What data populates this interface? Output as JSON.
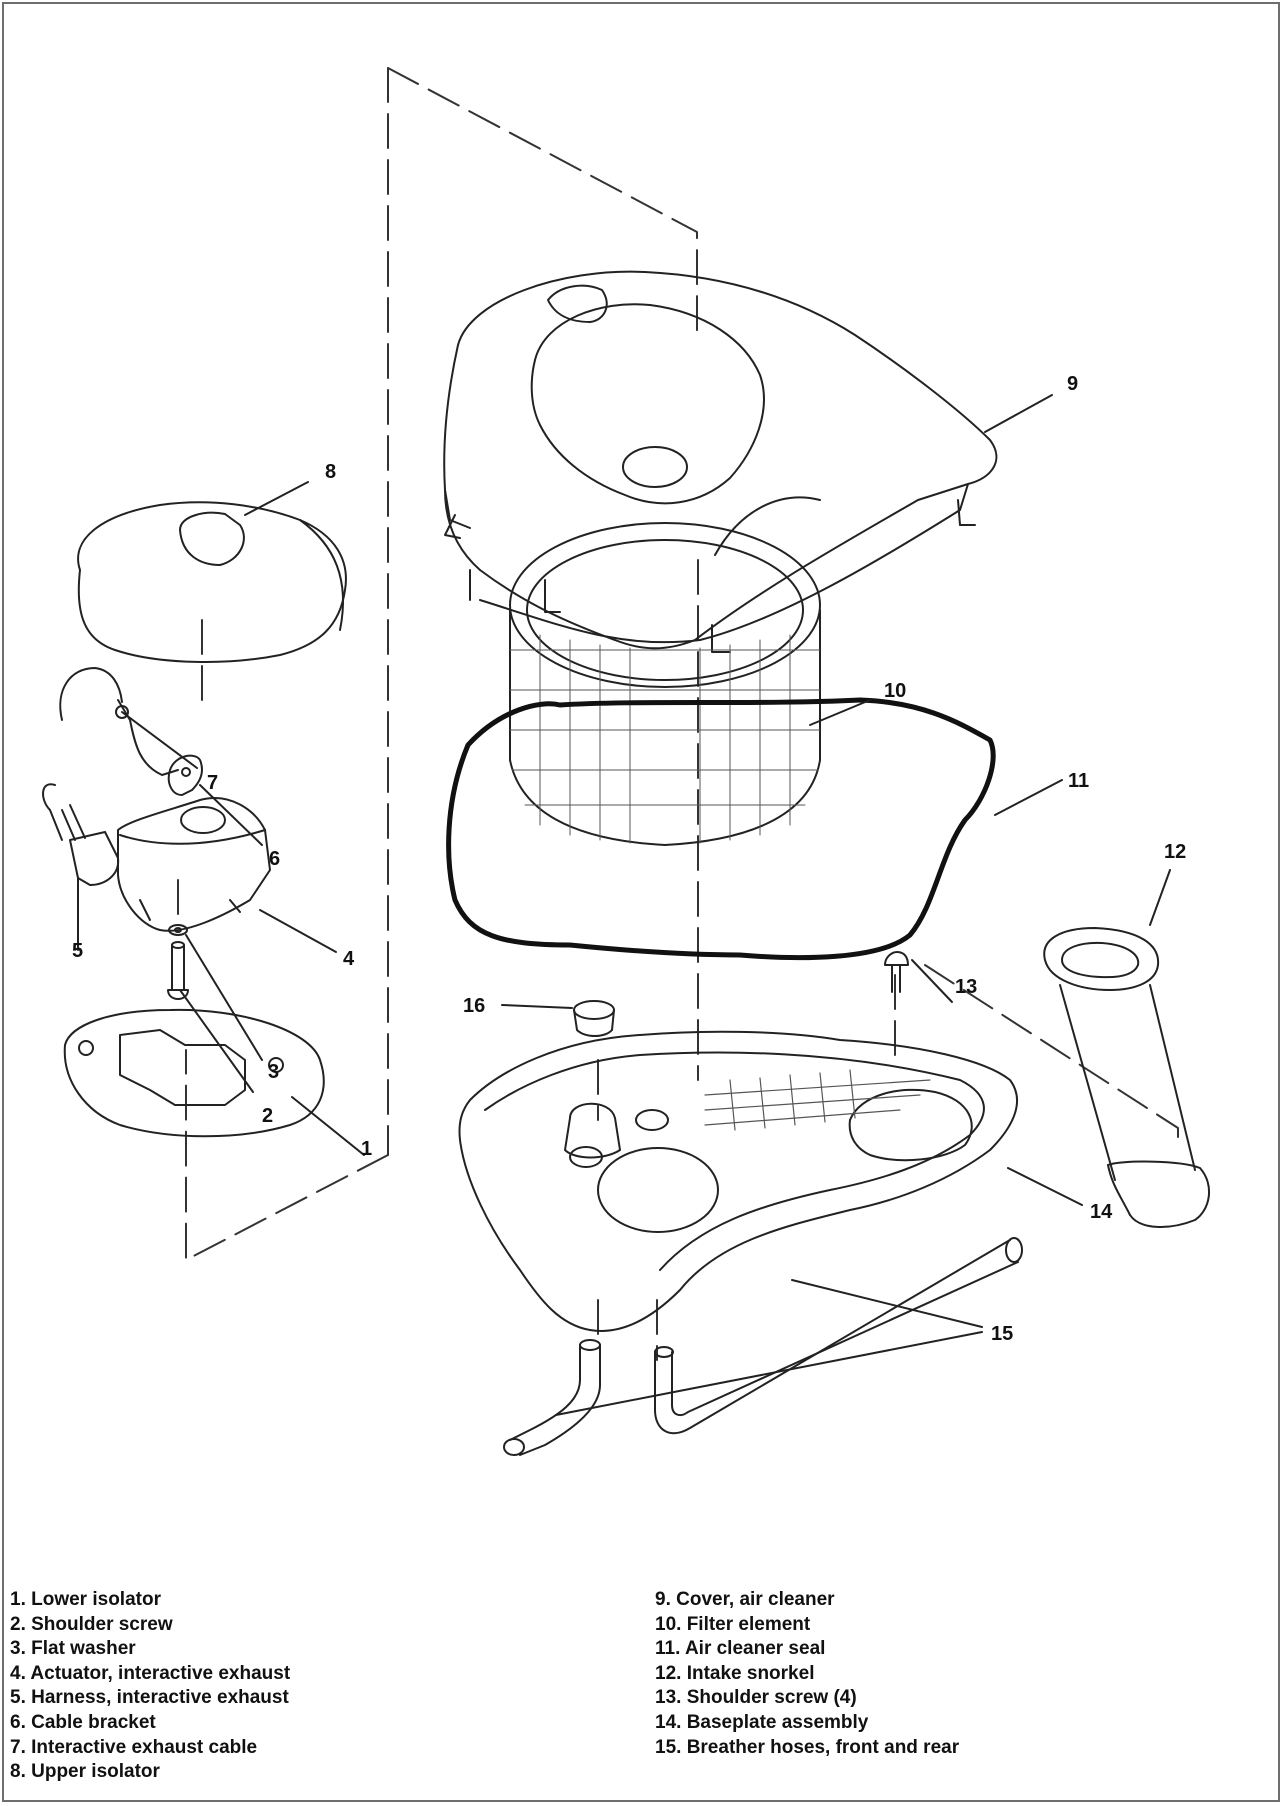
{
  "diagram": {
    "callouts": [
      {
        "id": "1",
        "label": "1"
      },
      {
        "id": "2",
        "label": "2"
      },
      {
        "id": "3",
        "label": "3"
      },
      {
        "id": "4",
        "label": "4"
      },
      {
        "id": "5",
        "label": "5"
      },
      {
        "id": "6",
        "label": "6"
      },
      {
        "id": "7",
        "label": "7"
      },
      {
        "id": "8",
        "label": "8"
      },
      {
        "id": "9",
        "label": "9"
      },
      {
        "id": "10",
        "label": "10"
      },
      {
        "id": "11",
        "label": "11"
      },
      {
        "id": "12",
        "label": "12"
      },
      {
        "id": "13",
        "label": "13"
      },
      {
        "id": "14",
        "label": "14"
      },
      {
        "id": "15",
        "label": "15"
      },
      {
        "id": "16",
        "label": "16"
      }
    ],
    "legend": {
      "left": [
        "1. Lower isolator",
        "2. Shoulder screw",
        "3. Flat washer",
        "4. Actuator, interactive exhaust",
        "5. Harness, interactive exhaust",
        "6. Cable bracket",
        "7. Interactive exhaust cable",
        "8. Upper isolator"
      ],
      "right": [
        "9. Cover, air cleaner",
        "10. Filter element",
        "11. Air cleaner seal",
        "12. Intake snorkel",
        "13. Shoulder screw (4)",
        "14. Baseplate assembly",
        "15. Breather hoses, front and rear"
      ]
    }
  }
}
